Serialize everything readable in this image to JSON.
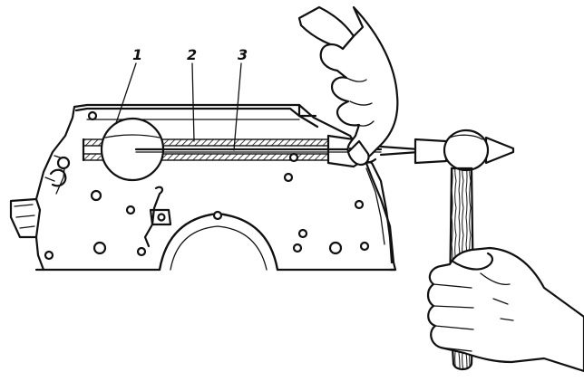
{
  "callouts": [
    {
      "label": "1"
    },
    {
      "label": "2"
    },
    {
      "label": "3"
    }
  ],
  "colors": {
    "ink": "#111111",
    "paper": "#ffffff"
  }
}
